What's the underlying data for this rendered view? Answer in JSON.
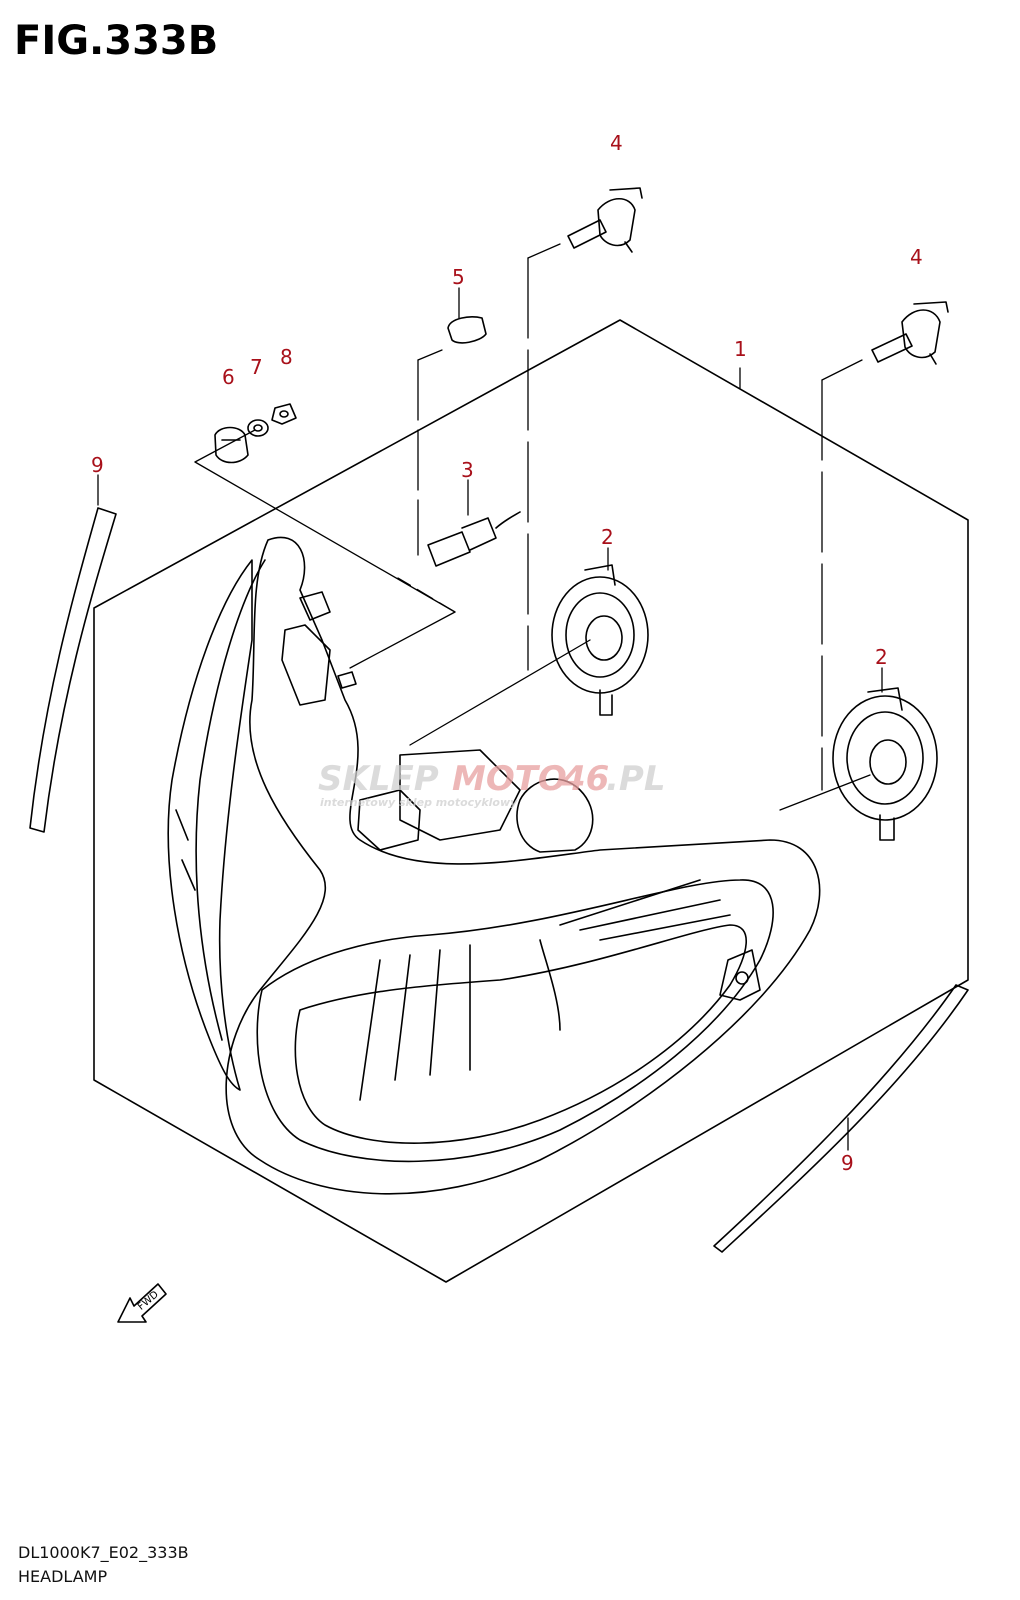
{
  "figure": {
    "title": "FIG.333B",
    "code": "DL1000K7_E02_333B",
    "name": "HEADLAMP"
  },
  "parts": [
    {
      "number": "1"
    },
    {
      "number": "2"
    },
    {
      "number": "2"
    },
    {
      "number": "3"
    },
    {
      "number": "4"
    },
    {
      "number": "4"
    },
    {
      "number": "5"
    },
    {
      "number": "6"
    },
    {
      "number": "7"
    },
    {
      "number": "8"
    },
    {
      "number": "9"
    },
    {
      "number": "9"
    }
  ],
  "direction_marker": {
    "text": "FWD"
  },
  "watermark": {
    "brand_a": "SKLEP",
    "brand_b": "MOTO",
    "brand_c": "46",
    "brand_d": ".PL",
    "tagline": "internetowy sklep motocyklowy"
  },
  "colors": {
    "line": "#000000",
    "callout": "#a8101a",
    "watermark_gray": "#cfcfcf",
    "watermark_red": "#e8a0a0"
  }
}
